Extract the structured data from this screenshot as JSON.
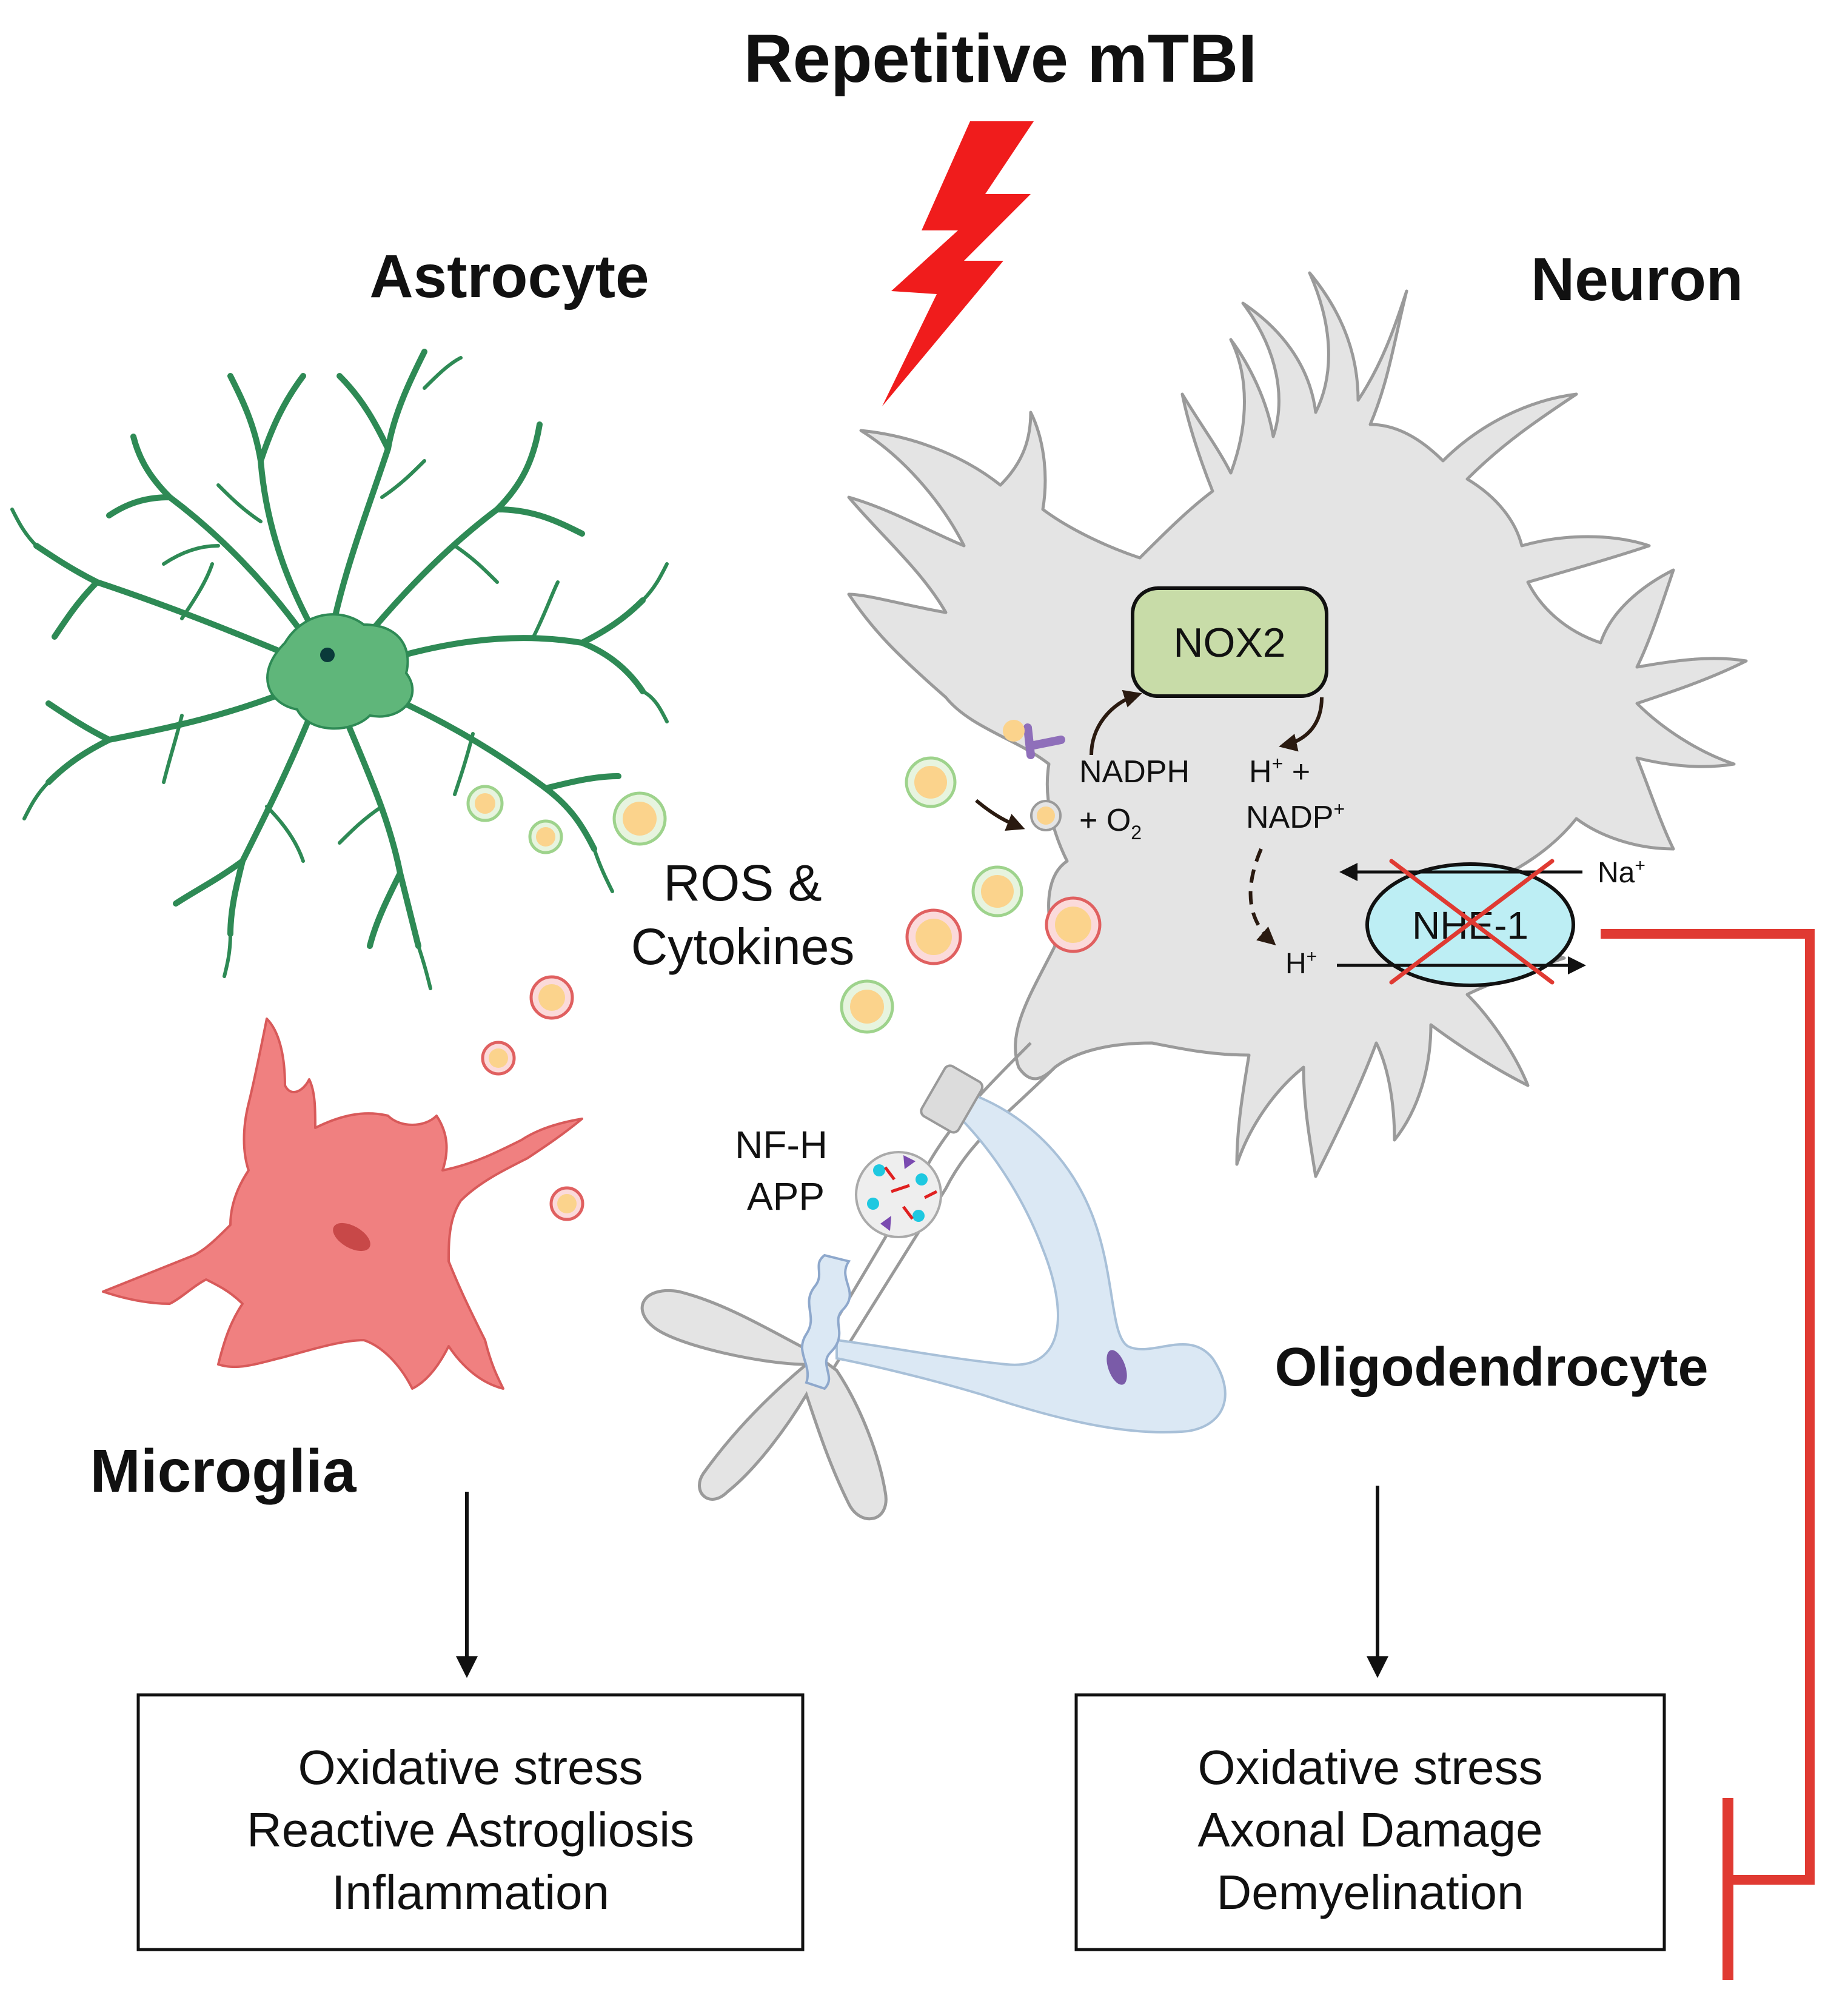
{
  "title": "Repetitive mTBI",
  "cells": {
    "astrocyte": "Astrocyte",
    "neuron": "Neuron",
    "microglia": "Microglia",
    "oligodendrocyte": "Oligodendrocyte"
  },
  "signals": {
    "ros_line1": "ROS &",
    "ros_line2": "Cytokines",
    "nfh": "NF-H",
    "app": "APP"
  },
  "enzymes": {
    "nox2": "NOX2",
    "nhe1": "NHE-1"
  },
  "reaction": {
    "substrate_line1": "NADPH",
    "substrate_line2": "+ O",
    "substrate_sub": "2",
    "product_line1": "H",
    "product_sup1": "+",
    "product_line1_tail": " +",
    "product_line2": "NADP",
    "product_sup2": "+",
    "na_base": "Na",
    "na_sup": "+",
    "h_base": "H",
    "h_sup": "+"
  },
  "outcomes": {
    "left": [
      "Oxidative stress",
      "Reactive Astrogliosis",
      "Inflammation"
    ],
    "right": [
      "Oxidative stress",
      "Axonal Damage",
      "Demyelination"
    ]
  },
  "colors": {
    "astrocyte": "#5fb67a",
    "astrocyte_stroke": "#2e8a55",
    "microglia": "#f08080",
    "microglia_stroke": "#d85a5a",
    "neuron": "#e4e4e4",
    "neuron_stroke": "#9a9a9a",
    "oligodendrocyte": "#dbe8f4",
    "nox2": "#c8dca8",
    "nhe1": "#bdeef4",
    "inhibition": "#e03a32",
    "lightning": "#f01c1c"
  }
}
